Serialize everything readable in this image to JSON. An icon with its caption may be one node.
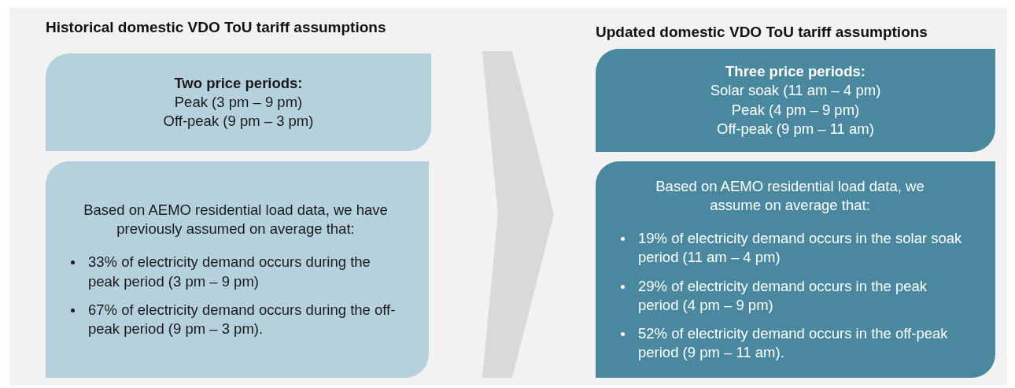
{
  "diagram": {
    "nodes": [
      {
        "text": [
          "Two price periods:",
          "Peak (3 pm – 9 pm)",
          "Off-peak (9 pm – 3 pm)"
        ]
      },
      {
        "text": [
          "Based on AEMO residential load data, we have previously assumed on average that:",
          "33% of electricity demand occurs during the peak period (3 pm – 9 pm)",
          "67% of electricity demand occurs during the off-peak period (9 pm – 3 pm)."
        ]
      },
      {
        "text": [
          "Three price periods:",
          "Solar soak (11 am – 4 pm)",
          "Peak (4 pm – 9 pm)",
          "Off-peak (9 pm – 11 am)"
        ]
      },
      {
        "text": [
          "Based on AEMO residential load data, we assume on average that:",
          "19% of electricity demand occurs in the solar soak period (11 am – 4 pm)",
          "29% of electricity demand occurs in the peak period (4 pm – 9 pm)",
          "52% of electricity demand occurs in the off-peak period (9 pm – 11 am)."
        ]
      }
    ],
    "edges": [
      {
        "from": 1,
        "to": 3,
        "arrow": "to"
      }
    ],
    "labels": [
      "Historical domestic VDO ToU tariff assumptions",
      "Updated domestic VDO ToU tariff assumptions"
    ]
  }
}
